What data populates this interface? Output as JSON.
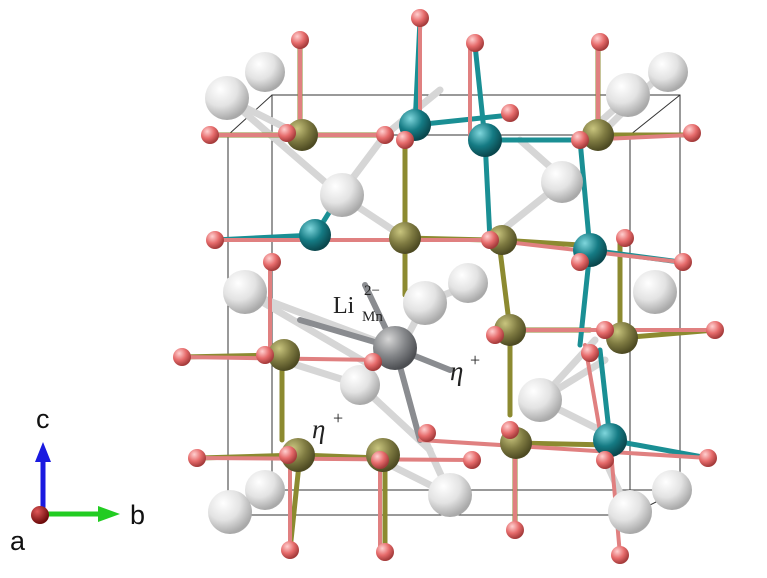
{
  "labels": {
    "defect_main": "Li",
    "defect_sup": "2−",
    "defect_sub": "Mn",
    "eta_main": "η",
    "eta_sup": "+",
    "eta2_main": "η",
    "eta2_sup": "+"
  },
  "axes": {
    "a": "a",
    "b": "b",
    "c": "c"
  },
  "colors": {
    "li": "#d2d2d2",
    "li_defect": "#86888a",
    "mn_olive": "#7d7a44",
    "mn_teal": "#137d86",
    "oxygen": "#e87474",
    "bond_gray": "#d9d9d9",
    "bond_olive": "#8a8a2e",
    "bond_teal": "#1b8f93",
    "bond_red": "#e07b7b",
    "axis_a": "#8b1010",
    "axis_b": "#22cc22",
    "axis_c": "#1a1ae0"
  }
}
